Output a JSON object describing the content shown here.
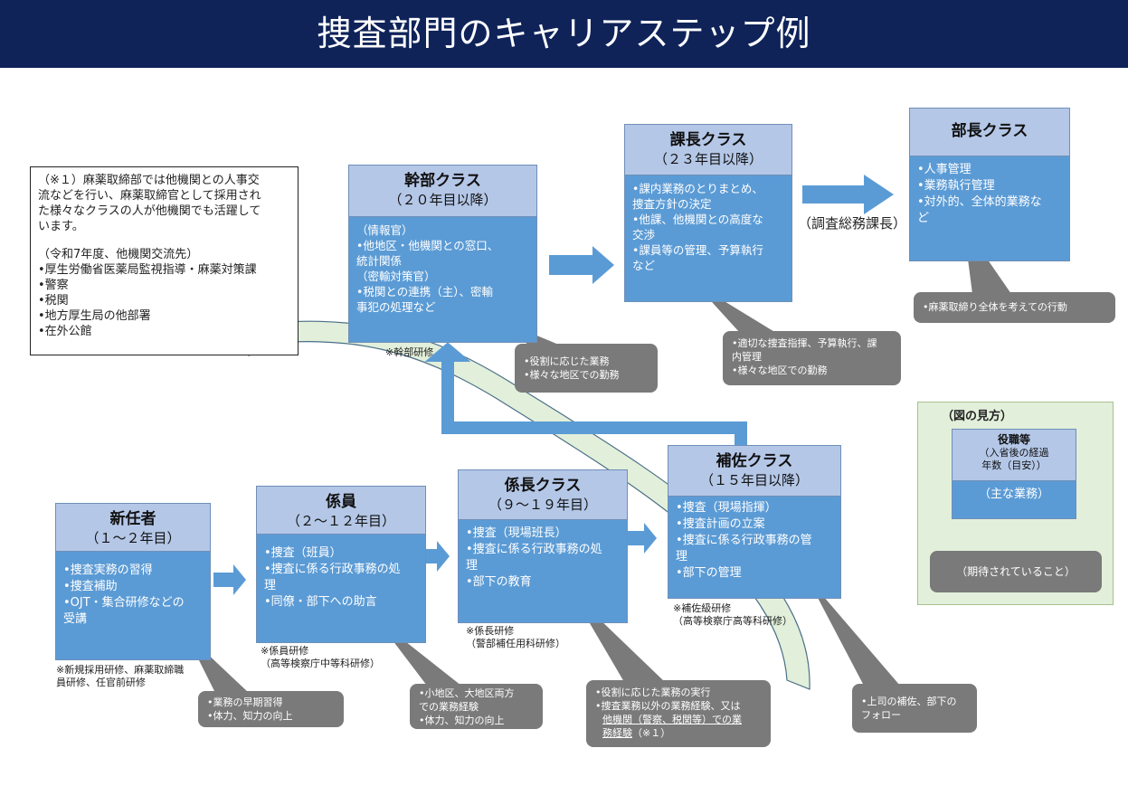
{
  "title": "捜査部門のキャリアステップ例",
  "cards": {
    "shinnin": {
      "title": "新任者",
      "sub": "（１～２年目）",
      "items": [
        "•捜査実務の習得",
        "•捜査補助",
        "•OJT・集合研修などの",
        "  受講"
      ]
    },
    "kakarin": {
      "title": "係員",
      "sub": "（２～１２年目）",
      "items": [
        "•捜査（班員）",
        "•捜査に係る行政事務の処",
        "  理",
        "•同僚・部下への助言"
      ]
    },
    "kakaricho": {
      "title": "係長クラス",
      "sub": "（９～１９年目）",
      "items": [
        "•捜査（現場班長）",
        "•捜査に係る行政事務の処",
        "  理",
        "•部下の教育"
      ]
    },
    "hosa": {
      "title": "補佐クラス",
      "sub": "（１５年目以降）",
      "items": [
        "•捜査（現場指揮）",
        "•捜査計画の立案",
        "•捜査に係る行政事務の管",
        "  理",
        "•部下の管理"
      ]
    },
    "kanbu": {
      "title": "幹部クラス",
      "sub": "（２０年目以降）",
      "items": [
        "（情報官）",
        "•他地区・他機関との窓口、",
        "  統計関係",
        "（密輸対策官）",
        "•税関との連携（主）、密輸",
        "  事犯の処理など"
      ]
    },
    "kacho": {
      "title": "課長クラス",
      "sub": "（２３年目以降）",
      "items": [
        "•課内業務のとりまとめ、",
        "  捜査方針の決定",
        "•他課、他機関との高度な",
        "  交渉",
        "•課員等の管理、予算執行",
        "  など"
      ]
    },
    "bucho": {
      "title": "部長クラス",
      "items": [
        "•人事管理",
        "•業務執行管理",
        "•対外的、全体的業務な",
        "  ど"
      ]
    },
    "legend_card": {
      "title": "役職等",
      "sub1": "（入省後の経過",
      "sub2": "年数（目安））",
      "body": "（主な業務）"
    }
  },
  "bubbles": {
    "shinnin": [
      "•業務の早期習得",
      "•体力、知力の向上"
    ],
    "kakarin": [
      "•小地区、大地区両方",
      "  での業務経験",
      "•体力、知力の向上"
    ],
    "kakaricho_1": "•役割に応じた業務の実行",
    "kakaricho_2": "•捜査業務以外の業務経験、又は",
    "kakaricho_3": "他機関（警察、税関等）での業",
    "kakaricho_4": "務経験",
    "kakaricho_5": "（※１）",
    "hosa": [
      "•上司の補佐、部下の",
      "  フォロー"
    ],
    "kanbu": [
      "•役割に応じた業務",
      "•様々な地区での勤務"
    ],
    "kacho": [
      "•適切な捜査指揮、予算執行、課",
      "  内管理",
      "•様々な地区での勤務"
    ],
    "bucho": [
      "•麻薬取締り全体を考えての行動"
    ],
    "legend": "（期待されていること）"
  },
  "notes": {
    "shinnin": [
      "※新規採用研修、麻薬取締職",
      "  員研修、任官前研修"
    ],
    "kakarin": [
      "※係員研修",
      "  （高等検察庁中等科研修）"
    ],
    "kakaricho": [
      "※係長研修",
      "  （警部補任用科研修）"
    ],
    "hosa": [
      "※補佐級研修",
      "  （高等検察庁高等科研修）"
    ],
    "kanbu": [
      "※幹部研修"
    ]
  },
  "arrow_label": "（調査総務課長）",
  "info": [
    "（※１）麻薬取締部では他機関との人事交",
    "流などを行い、麻薬取締官として採用され",
    "た様々なクラスの人が他機関でも活躍して",
    "います。",
    "",
    "（令和7年度、他機関交流先）",
    "•厚生労働省医薬局監視指導・麻薬対策課",
    "•警察",
    "•税関",
    "•地方厚生局の他部署",
    "•在外公館"
  ],
  "legend": {
    "title": "（図の見方）"
  },
  "colors": {
    "banner": "#0f2359",
    "card_head": "#b4c7e7",
    "card_body": "#5b9bd5",
    "bubble": "#7a7a7a",
    "legend_bg": "#e2efda"
  }
}
